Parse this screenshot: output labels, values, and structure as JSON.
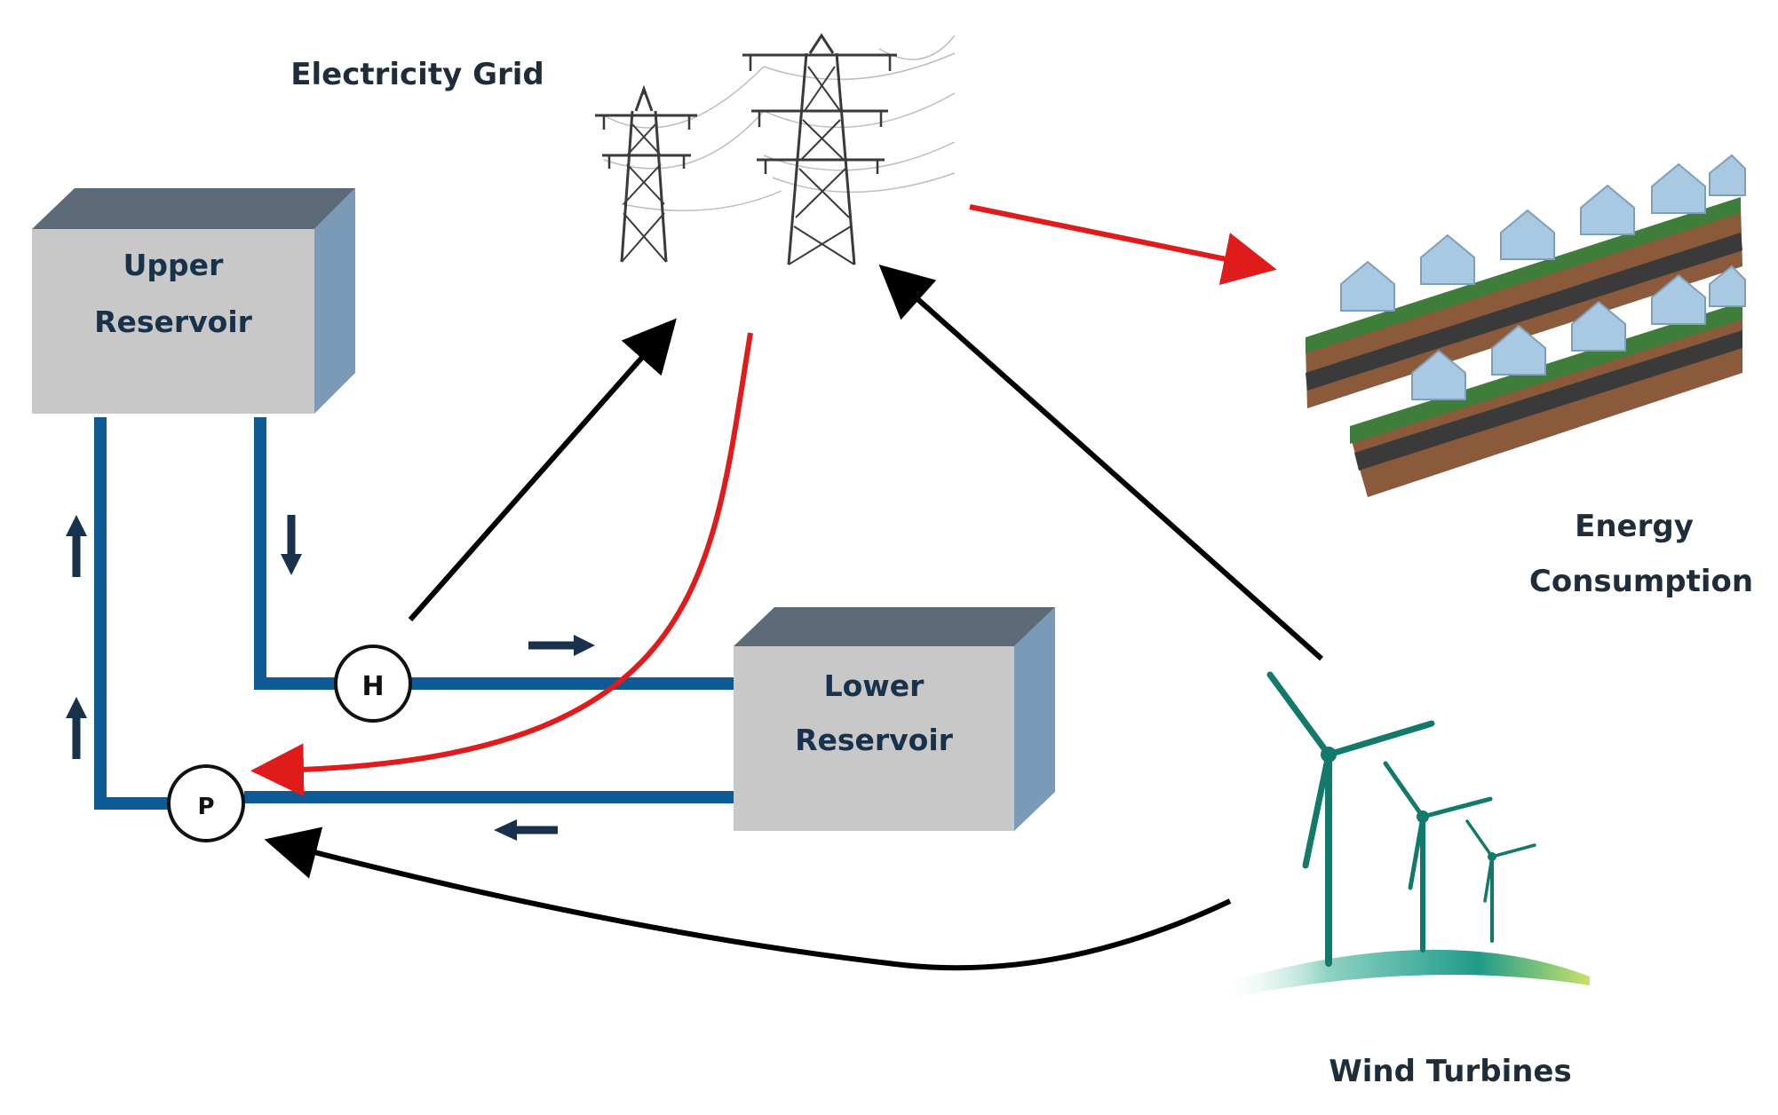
{
  "labels": {
    "electricity_grid": "Electricity Grid",
    "upper_reservoir_line1": "Upper",
    "upper_reservoir_line2": "Reservoir",
    "lower_reservoir_line1": "Lower",
    "lower_reservoir_line2": "Reservoir",
    "energy_consumption_line1": "Energy",
    "energy_consumption_line2": "Consumption",
    "wind_turbines": "Wind Turbines",
    "hydro_turbine": "H",
    "pump": "P"
  },
  "colors": {
    "pipe": "#0e5a94",
    "flow_arrow": "#17324a",
    "box_front": "#c8c8c8",
    "box_top": "#5d6b79",
    "box_side": "#7a9ab8",
    "power_flow_black": "#000000",
    "power_flow_red": "#e01b1b",
    "turbine": "#127a6b"
  },
  "icons": {
    "grid": "transmission-tower-icon",
    "consumption": "houses-icon",
    "wind": "wind-turbine-icon"
  }
}
